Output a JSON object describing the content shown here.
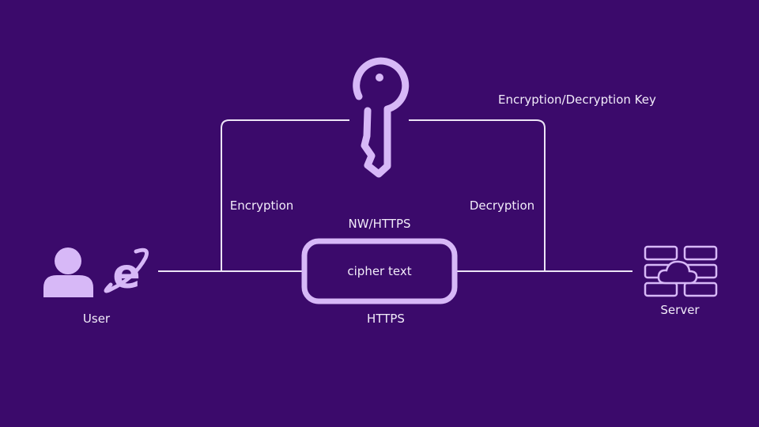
{
  "colors": {
    "background": "#3b0a6b",
    "accent": "#d7b8f7",
    "line": "#ece4f6"
  },
  "labels": {
    "key": "Encryption/Decryption Key",
    "encryption": "Encryption",
    "decryption": "Decryption",
    "nw_https": "NW/HTTPS",
    "cipher_text": "cipher text",
    "https": "HTTPS",
    "user": "User",
    "server": "Server"
  },
  "icons": [
    "user-icon",
    "internet-explorer-icon",
    "key-icon",
    "server-cloud-icon"
  ]
}
